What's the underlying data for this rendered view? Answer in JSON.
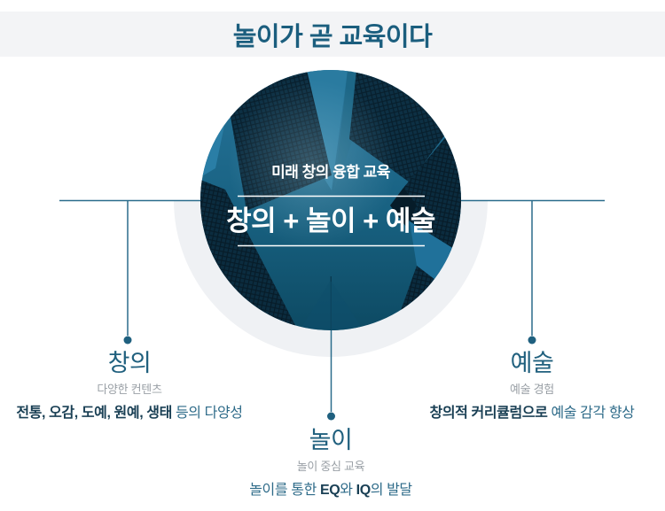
{
  "header": {
    "title": "놀이가 곧 교육이다"
  },
  "circle": {
    "subtitle": "미래 창의 융합 교육",
    "title": "창의 + 놀이 + 예술"
  },
  "branches": [
    {
      "id": "creativity",
      "title": "창의",
      "subtitle": "다양한 컨텐츠",
      "desc": [
        {
          "text": "전통, 오감, 도예, 원예, 생태",
          "bold": true
        },
        {
          "text": " 등의 다양성",
          "bold": false
        }
      ]
    },
    {
      "id": "play",
      "title": "놀이",
      "subtitle": "놀이 중심 교육",
      "desc": [
        {
          "text": "놀이를 통한 ",
          "bold": false
        },
        {
          "text": "EQ",
          "bold": true
        },
        {
          "text": "와 ",
          "bold": false
        },
        {
          "text": "IQ",
          "bold": true
        },
        {
          "text": "의 발달",
          "bold": false
        }
      ]
    },
    {
      "id": "art",
      "title": "예술",
      "subtitle": "예술 경험",
      "desc": [
        {
          "text": "창의적 커리큘럼으로",
          "bold": true
        },
        {
          "text": " 예술 감각 향상",
          "bold": false
        }
      ]
    }
  ],
  "colors": {
    "header_bg": "#f3f4f6",
    "header_text": "#1b5e7e",
    "connector_teal": "#2b6c8c",
    "branch_title_teal": "#20607e",
    "subtitle_gray": "#9aa0a6",
    "desc_bold": "#193f54",
    "desc_regular": "#2e6b89",
    "circle_sky": "#1d6787",
    "building_dark": "#0d3044",
    "shadow_ring": "#eff1f4",
    "circle_text": "#ffffff"
  }
}
